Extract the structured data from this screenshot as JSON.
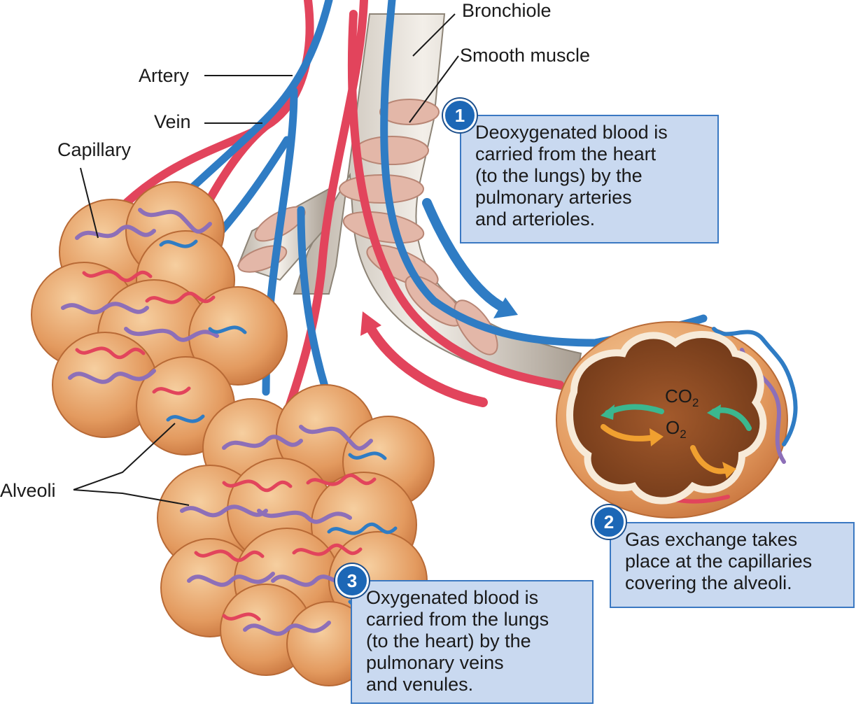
{
  "labels": {
    "bronchiole": "Bronchiole",
    "smooth_muscle": "Smooth muscle",
    "artery": "Artery",
    "vein": "Vein",
    "capillary": "Capillary",
    "alveoli": "Alveoli"
  },
  "gases": {
    "co2_base": "CO",
    "co2_sub": "2",
    "o2_base": "O",
    "o2_sub": "2"
  },
  "steps": [
    {
      "number": "1",
      "lines": [
        "Deoxygenated blood is",
        "carried from the heart",
        "(to the lungs) by the",
        "pulmonary arteries",
        "and arterioles."
      ]
    },
    {
      "number": "2",
      "lines": [
        "Gas exchange takes",
        "place at the capillaries",
        "covering the alveoli."
      ]
    },
    {
      "number": "3",
      "lines": [
        "Oxygenated blood is",
        "carried from the lungs",
        "(to the heart) by the",
        "pulmonary veins",
        "and venules."
      ]
    }
  ],
  "colors": {
    "artery": "#2f7cc4",
    "vein": "#e2445c",
    "capillary_mesh": "#8d6fb8",
    "alveolus_fill": "#e7a86f",
    "alveolus_interior": "#8a4a26",
    "bronchiole": "#ddd6cc",
    "smooth_muscle": "#e3b7a8",
    "callout_fill": "#c9d9f0",
    "callout_border": "#3a78c2",
    "badge": "#1c67b6",
    "co2_arrow": "#3bb78f",
    "o2_arrow": "#f0a030"
  }
}
